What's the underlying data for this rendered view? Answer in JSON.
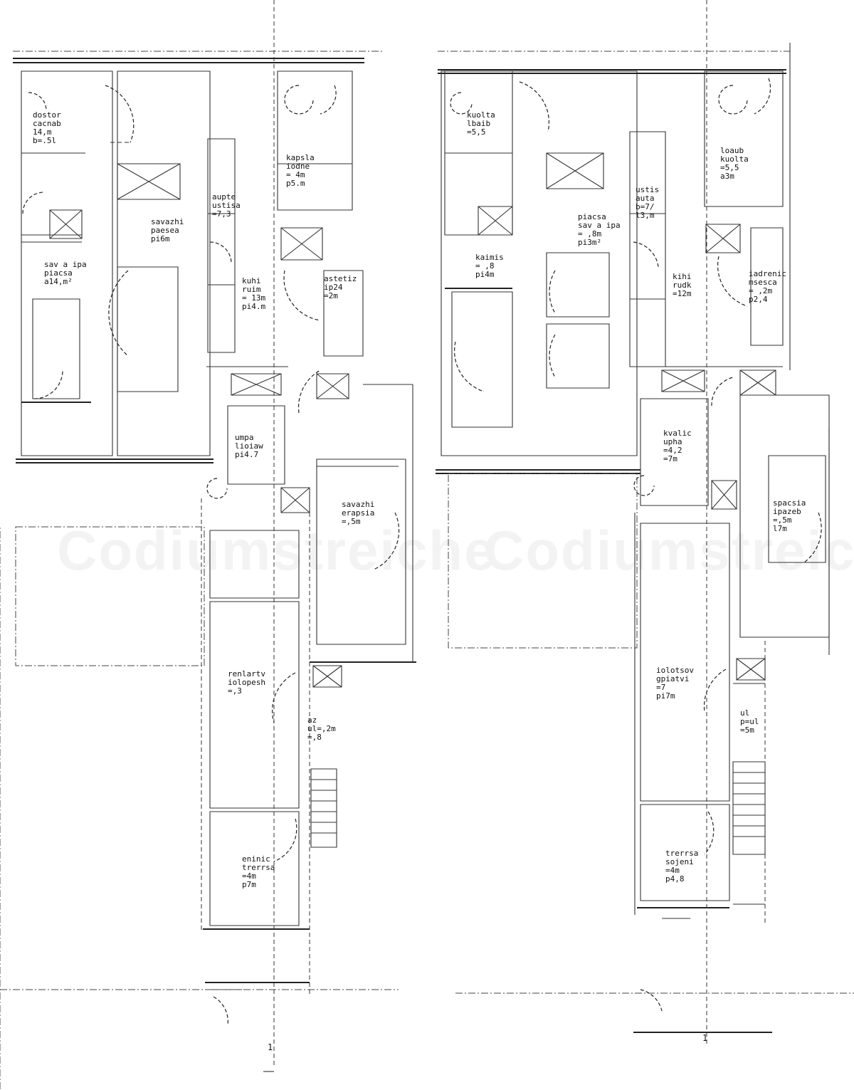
{
  "watermark": {
    "left": "Codiumstreiche",
    "right": "Codiumstreiche",
    "color": "#f3f3f3"
  },
  "stroke_color": "#222222",
  "rooms_left": [
    {
      "id": "l1",
      "lines": [
        "dostor",
        "cacnab",
        "14,m",
        "b=.5l"
      ]
    },
    {
      "id": "l2",
      "lines": [
        "sav a ipa",
        "piacsa",
        "a14,m²"
      ]
    },
    {
      "id": "l3",
      "lines": [
        "savazhi",
        "paesea",
        "pi6m"
      ]
    },
    {
      "id": "l4",
      "lines": [
        "aupte",
        "ustisa",
        "=7,3"
      ]
    },
    {
      "id": "l5",
      "lines": [
        "kapsla",
        "iodne",
        "= 4m",
        "p5.m"
      ]
    },
    {
      "id": "l6",
      "lines": [
        "kuhi",
        "ruim",
        "= 13m",
        "pi4.m"
      ]
    },
    {
      "id": "l7",
      "lines": [
        "astetiz",
        "ip24",
        "=2m"
      ]
    },
    {
      "id": "l8",
      "lines": [
        "umpa",
        "lioiaw",
        "pi4.7"
      ]
    },
    {
      "id": "l9",
      "lines": [
        "savazhi",
        "erapsia",
        "=,5m"
      ]
    },
    {
      "id": "l10",
      "lines": [
        "renlartv",
        "iolopesh",
        "=,3"
      ]
    },
    {
      "id": "l11",
      "lines": [
        "az",
        "ul=,2m",
        "=,8"
      ]
    },
    {
      "id": "l12",
      "lines": [
        "eninic",
        "trerrsa",
        "=4m",
        "p7m"
      ]
    }
  ],
  "rooms_right": [
    {
      "id": "r1",
      "lines": [
        "kuolta",
        "lbaib",
        "=5,5"
      ]
    },
    {
      "id": "r2",
      "lines": [
        "kaimis",
        "= ,8",
        "pi4m"
      ]
    },
    {
      "id": "r3",
      "lines": [
        "piacsa",
        "sav a ipa",
        "= ,8m",
        "pi3m²"
      ]
    },
    {
      "id": "r4",
      "lines": [
        "ustis",
        "auta",
        "b=7/",
        "l3,m"
      ]
    },
    {
      "id": "r5",
      "lines": [
        "loaub",
        "kuolta",
        "=5,5",
        "a3m"
      ]
    },
    {
      "id": "r6",
      "lines": [
        "kihi",
        "rudk",
        "=12m"
      ]
    },
    {
      "id": "r7",
      "lines": [
        "iadrenic",
        "msesca",
        "= ,2m",
        "p2,4"
      ]
    },
    {
      "id": "r8",
      "lines": [
        "kvalic",
        "upha",
        "=4,2",
        "=7m"
      ]
    },
    {
      "id": "r9",
      "lines": [
        "spacsia",
        "ipazeb",
        "=,5m",
        "l7m"
      ]
    },
    {
      "id": "r10",
      "lines": [
        "iolotsov",
        "gpiatvi",
        "=7",
        "pi7m"
      ]
    },
    {
      "id": "r11",
      "lines": [
        "ul",
        "p=ul",
        "=5m"
      ]
    },
    {
      "id": "r12",
      "lines": [
        "trerrsa",
        "sojeni",
        "=4m",
        "p4,8"
      ]
    }
  ],
  "north_mark_left": "1",
  "north_mark_right": "1"
}
